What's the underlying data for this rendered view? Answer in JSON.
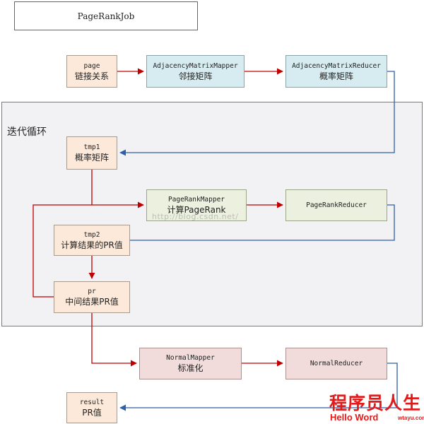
{
  "title": "PageRankJob",
  "region_label": "迭代循环",
  "nodes": {
    "page": {
      "line1": "page",
      "line2": "链接关系"
    },
    "adj_mapper": {
      "line1": "AdjacencyMatrixMapper",
      "line2": "邻接矩阵"
    },
    "adj_reducer": {
      "line1": "AdjacencyMatrixReducer",
      "line2": "概率矩阵"
    },
    "tmp1": {
      "line1": "tmp1",
      "line2": "概率矩阵"
    },
    "pr_mapper": {
      "line1": "PageRankMapper",
      "line2": "计算PageRank"
    },
    "pr_reducer": {
      "line1": "PageRankReducer"
    },
    "tmp2": {
      "line1": "tmp2",
      "line2": "计算结果的PR值"
    },
    "pr": {
      "line1": "pr",
      "line2": "中间结果PR值"
    },
    "normal_mapper": {
      "line1": "NormalMapper",
      "line2": "标准化"
    },
    "normal_reducer": {
      "line1": "NormalReducer"
    },
    "result": {
      "line1": "result",
      "line2": "PR值"
    }
  },
  "colors": {
    "red_arrow": "#c00000",
    "blue_arrow": "#2e5fa8"
  },
  "watermarks": {
    "url": "http://blog.csdn.net/",
    "brand_cn": "程序员人生",
    "brand_en": "Hello Word",
    "brand_site": "wtayu.com"
  }
}
